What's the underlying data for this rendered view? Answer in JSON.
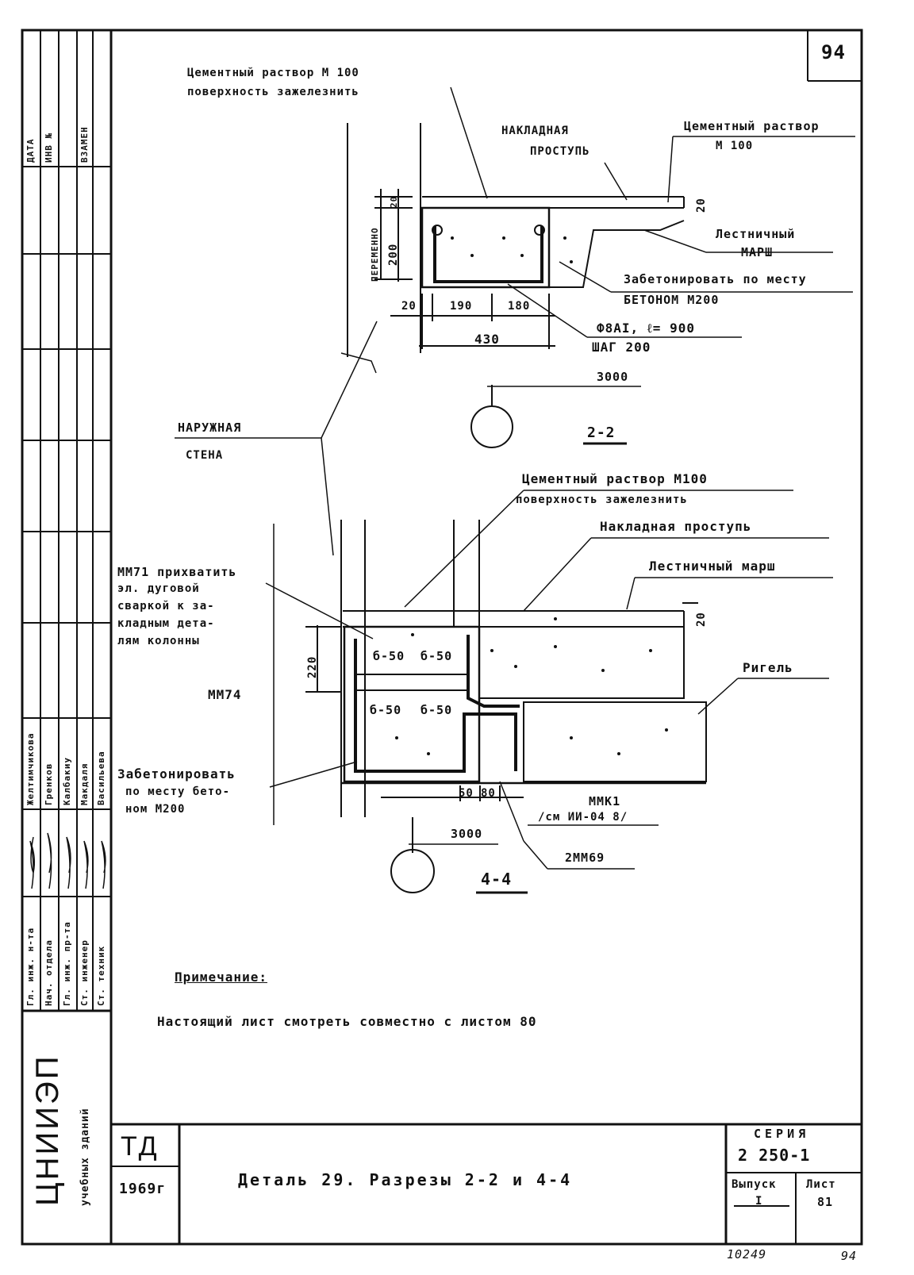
{
  "page_number": "94",
  "section_2_2": {
    "label": "2-2",
    "mortar_label_1": "Цементный раствор М 100",
    "mortar_label_2": "поверхность зажелезнить",
    "nakladnaya_1": "НАКЛАДНАЯ",
    "nakladnaya_2": "ПРОСТУПЬ",
    "mortar_right_1": "Цементный раствор",
    "mortar_right_2": "М 100",
    "stair_1": "Лестничный",
    "stair_2": "МАРШ",
    "concrete_1": "Забетонировать по месту",
    "concrete_2": "БЕТОНОМ М200",
    "rebar_1": "Ф8АI, ℓ= 900",
    "rebar_2": "ШАГ 200",
    "variable": "ПЕРЕМЕННО",
    "dim_20_top": "20",
    "dim_200": "200",
    "dim_20_right": "20",
    "dim_20_bottom": "20",
    "dim_190": "190",
    "dim_180": "180",
    "dim_430": "430",
    "dim_3000": "3000"
  },
  "outer_wall_1": "НАРУЖНАЯ",
  "outer_wall_2": "СТЕНА",
  "section_4_4": {
    "label": "4-4",
    "mortar_1": "Цементный раствор М100",
    "mortar_2": "поверхность зажелезнить",
    "nakladnaya": "Накладная проступь",
    "stair": "Лестничный марш",
    "mm71_1": "ММ71 прихватить",
    "mm71_2": "эл. дуговой",
    "mm71_3": "сваркой к за-",
    "mm71_4": "кладным дета-",
    "mm71_5": "лям колонны",
    "mm74": "ММ74",
    "rigel": "Ригель",
    "concrete_1": "Забетонировать",
    "concrete_2": "по месту бето-",
    "concrete_3": "ном М200",
    "dim_220": "220",
    "dim_20": "20",
    "b650_1": "б-50",
    "b650_2": "б-50",
    "b650_3": "б-50",
    "b650_4": "б-50",
    "dim_50": "50",
    "dim_80": "80",
    "mmk1_1": "ММК1",
    "mmk1_2": "/см ИИ-04 8/",
    "mm69": "2ММ69",
    "dim_3000": "3000"
  },
  "note_title": "Примечание:",
  "note_text": "Настоящий лист смотреть совместно с листом 80",
  "side_stamp": {
    "col_date": "ДАТА",
    "col_inv": "ИНВ №",
    "col_vzamen": "ВЗАМЕН",
    "roles": [
      "Гл. инж. н-та",
      "Нач. отдела",
      "Гл. инж. пр-та",
      "Ст. инженер",
      "Ст. техник"
    ],
    "names": [
      "Желтимчикова",
      "Гренков",
      "Калбакиу",
      "Макдаля",
      "Васильева"
    ],
    "org": "ЦНИИЭП",
    "org_sub": "учебных зданий"
  },
  "title_block": {
    "code": "ТД",
    "year": "1969г",
    "title": "Деталь 29. Разрезы 2-2 и 4-4",
    "series_label": "СЕРИЯ",
    "series_value": "2 250-1",
    "issue_label": "Выпуск",
    "issue_value": "I",
    "sheet_label": "Лист",
    "sheet_value": "81",
    "bottom_left": "10249",
    "bottom_right": "94"
  }
}
